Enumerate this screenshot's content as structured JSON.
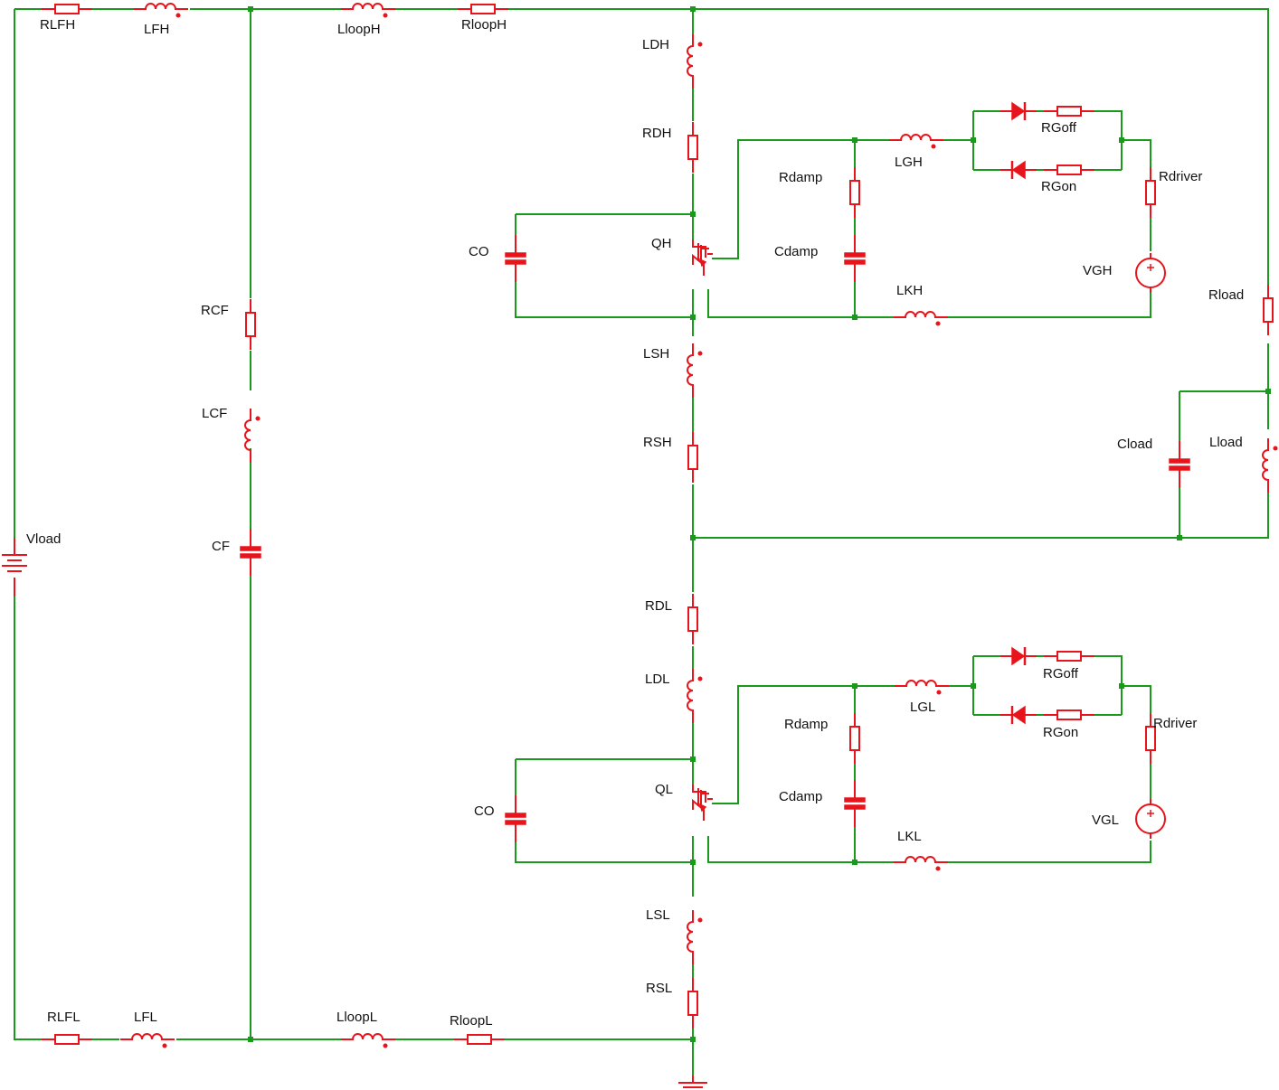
{
  "colors": {
    "wire": "#1a9a1a",
    "component": "#e8141c",
    "text": "#111111"
  },
  "labels": {
    "RLFH": "RLFH",
    "LFH": "LFH",
    "LloopH": "LloopH",
    "RloopH": "RloopH",
    "LDH": "LDH",
    "RDH": "RDH",
    "QH": "QH",
    "CO_H": "CO",
    "Rdamp_H": "Rdamp",
    "Cdamp_H": "Cdamp",
    "LGH": "LGH",
    "RGoff_H": "RGoff",
    "RGon_H": "RGon",
    "Rdriver_H": "Rdriver",
    "VGH": "VGH",
    "LKH": "LKH",
    "Rload": "Rload",
    "LSH": "LSH",
    "RSH": "RSH",
    "Cload": "Cload",
    "Lload": "Lload",
    "RCF": "RCF",
    "LCF": "LCF",
    "CF": "CF",
    "Vload": "Vload",
    "RDL": "RDL",
    "LDL": "LDL",
    "QL": "QL",
    "CO_L": "CO",
    "Rdamp_L": "Rdamp",
    "Cdamp_L": "Cdamp",
    "LGL": "LGL",
    "RGoff_L": "RGoff",
    "RGon_L": "RGon",
    "Rdriver_L": "Rdriver",
    "VGL": "VGL",
    "LKL": "LKL",
    "LSL": "LSL",
    "RSL": "RSL",
    "RLFL": "RLFL",
    "LFL": "LFL",
    "LloopL": "LloopL",
    "RloopL": "RloopL"
  }
}
